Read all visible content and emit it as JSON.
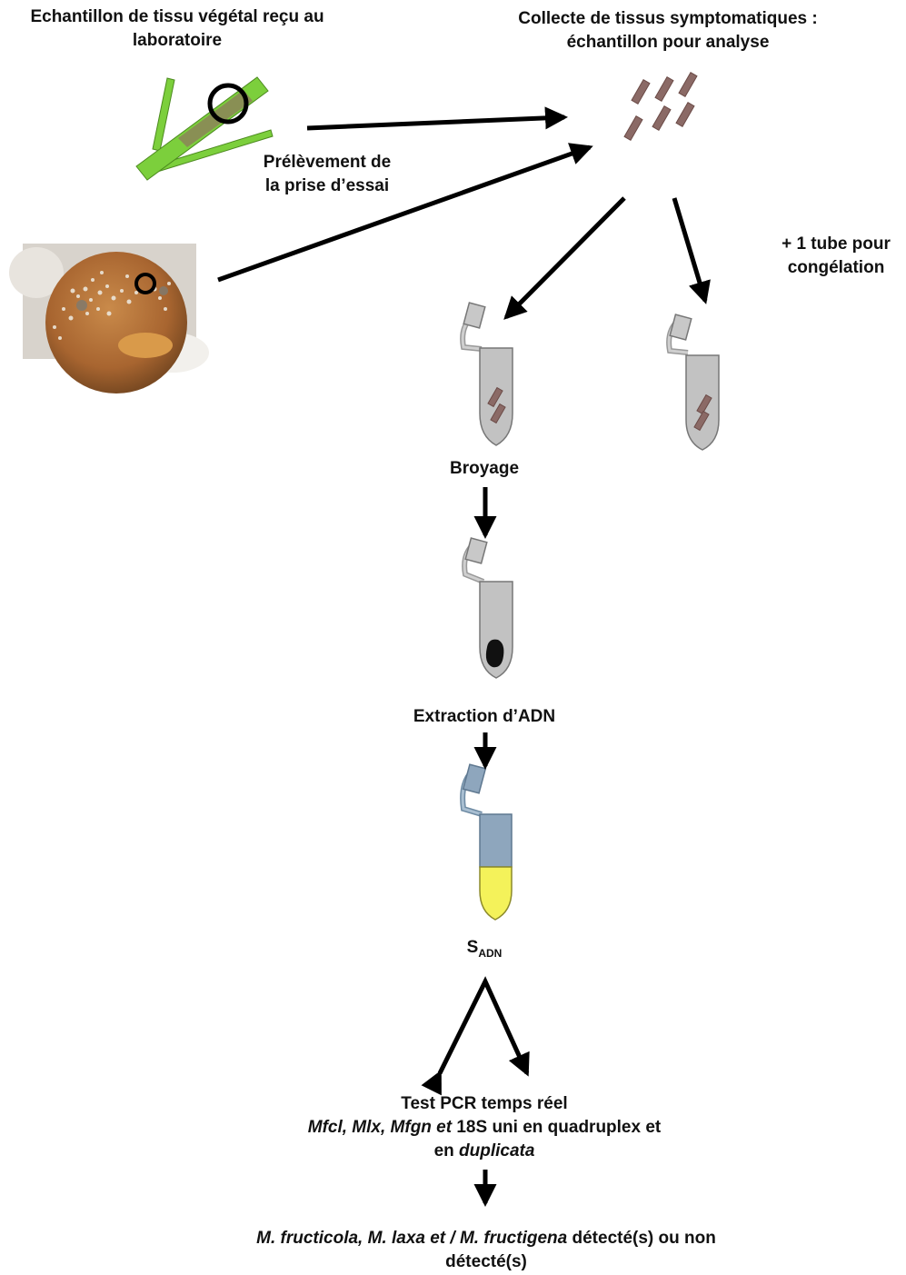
{
  "labels": {
    "sample_received_1": "Echantillon de tissu végétal reçu au",
    "sample_received_2": "laboratoire",
    "collect_1": "Collecte de tissus symptomatiques :",
    "collect_2": "échantillon pour analyse",
    "sampling_1": "Prélèvement de",
    "sampling_2": "la prise d’essai",
    "freeze_1": "+ 1 tube pour",
    "freeze_2": "congélation",
    "grinding": "Broyage",
    "extraction": "Extraction d’ADN",
    "sadn_s": "S",
    "sadn_sub": "ADN",
    "pcr_1": "Test PCR temps réel",
    "pcr_2a": "Mfcl, Mlx, Mfgn et",
    "pcr_2b": " 18S uni en quadruplex et",
    "pcr_3a": "en ",
    "pcr_3b": "duplicata",
    "result_1a": "M. fructicola, M. laxa et / M. fructigena",
    "result_1b": " détecté(s) ou non",
    "result_2": "détecté(s)"
  },
  "colors": {
    "plant_green": "#7ccf3c",
    "lesion": "#8c8458",
    "tissue": "#8b6a66",
    "tube_gray": "#bfbfbf",
    "tube_blue": "#8ea6bd",
    "dna_yellow": "#f4f25a",
    "fruit": "#b8743a"
  }
}
